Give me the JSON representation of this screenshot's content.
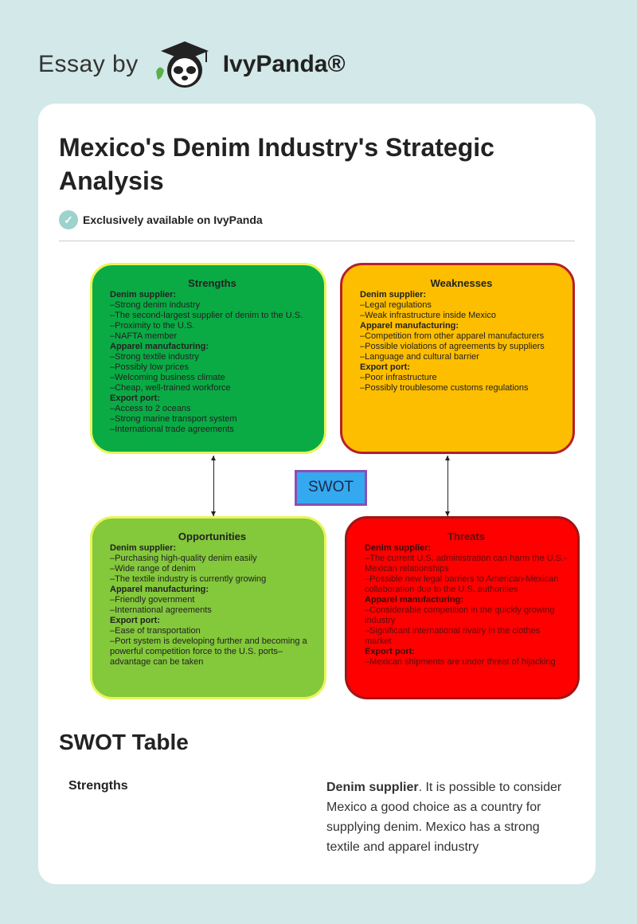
{
  "header": {
    "prefix": "Essay by",
    "brand": "IvyPanda®"
  },
  "title": "Mexico's Denim Industry's Strategic Analysis",
  "exclusive": "Exclusively available on IvyPanda",
  "diagram": {
    "center": "SWOT",
    "strengths": {
      "title": "Strengths",
      "sections": [
        {
          "h": "Denim supplier:",
          "items": [
            "–Strong denim industry",
            "–The second-largest supplier of denim to the U.S.",
            "–Proximity to the U.S.",
            "–NAFTA member"
          ]
        },
        {
          "h": "Apparel manufacturing:",
          "items": [
            "–Strong textile industry",
            "–Possibly low prices",
            "–Welcoming business climate",
            "–Cheap, well-trained workforce"
          ]
        },
        {
          "h": "Export port:",
          "items": [
            "–Access to 2 oceans",
            "–Strong marine transport system",
            "–International trade agreements"
          ]
        }
      ]
    },
    "weaknesses": {
      "title": "Weaknesses",
      "sections": [
        {
          "h": "Denim supplier:",
          "items": [
            "–Legal regulations",
            "–Weak infrastructure inside Mexico"
          ]
        },
        {
          "h": "Apparel manufacturing:",
          "items": [
            "–Competition from other apparel manufacturers",
            "–Possible violations of agreements by suppliers",
            "–Language and cultural barrier"
          ]
        },
        {
          "h": "Export port:",
          "items": [
            "–Poor infrastructure",
            "–Possibly troublesome customs regulations"
          ]
        }
      ]
    },
    "opportunities": {
      "title": "Opportunities",
      "sections": [
        {
          "h": "Denim supplier:",
          "items": [
            "–Purchasing high-quality denim easily",
            "–Wide range of denim",
            "–The textile industry is currently growing"
          ]
        },
        {
          "h": "Apparel manufacturing:",
          "items": [
            "–Friendly government",
            "–International agreements"
          ]
        },
        {
          "h": "Export port:",
          "items": [
            "–Ease of transportation",
            "–Port system is developing further and becoming a powerful competition force to the U.S. ports–advantage can be taken"
          ]
        }
      ]
    },
    "threats": {
      "title": "Threats",
      "sections": [
        {
          "h": "Denim supplier:",
          "items": [
            "–The current U.S. administration can harm the U.S.-Mexican relationships",
            "–Possible new legal barriers to American-Mexican collaboration due to the U.S. authorities"
          ]
        },
        {
          "h": "Apparel manufacturing:",
          "items": [
            "–Considerable competition in the quickly growing industry",
            "–Significant international rivalry in the clothes market"
          ]
        },
        {
          "h": "Export port:",
          "items": [
            "–Mexican shipments are under threat of hijacking"
          ]
        }
      ]
    }
  },
  "table": {
    "heading": "SWOT Table",
    "row_label": "Strengths",
    "row_bold": "Denim supplier",
    "row_text": ". It is possible to consider Mexico a good choice as a country for supplying denim. Mexico has a strong textile and apparel industry"
  }
}
